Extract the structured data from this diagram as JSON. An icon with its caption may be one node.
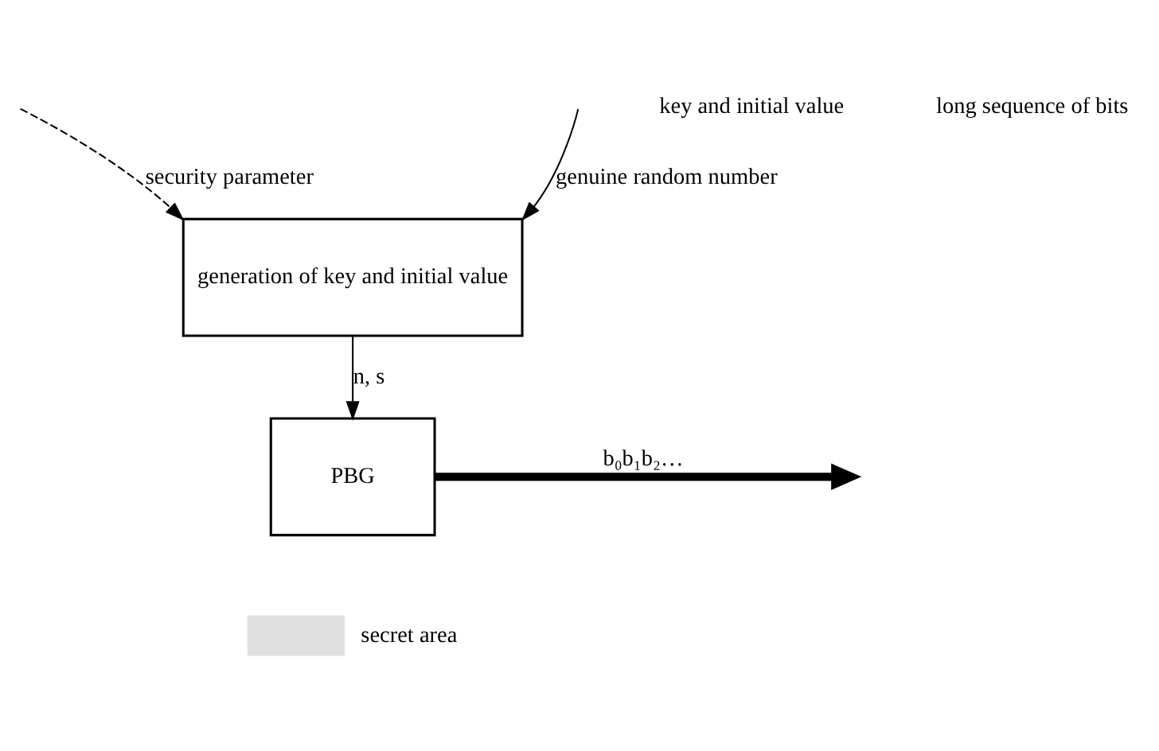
{
  "diagram": {
    "nodes": [
      {
        "text": [
          "generation of key and initial value"
        ]
      },
      {
        "text": [
          "PBG"
        ]
      }
    ],
    "edges": [
      {
        "from": null,
        "to": 0,
        "arrow": "to",
        "label": "security parameter",
        "style": "dashed"
      },
      {
        "from": null,
        "to": 0,
        "arrow": "to",
        "label": "genuine random number"
      },
      {
        "from": 0,
        "to": 1,
        "arrow": "to",
        "label": "n, s"
      },
      {
        "from": 1,
        "to": null,
        "arrow": "to",
        "label": "b₀b₁b₂…",
        "style": "thick"
      }
    ],
    "labels": [
      "key and initial value",
      "long sequence of bits"
    ],
    "legend": [
      {
        "text": "secret area",
        "color": "#e0e0e0"
      }
    ]
  }
}
